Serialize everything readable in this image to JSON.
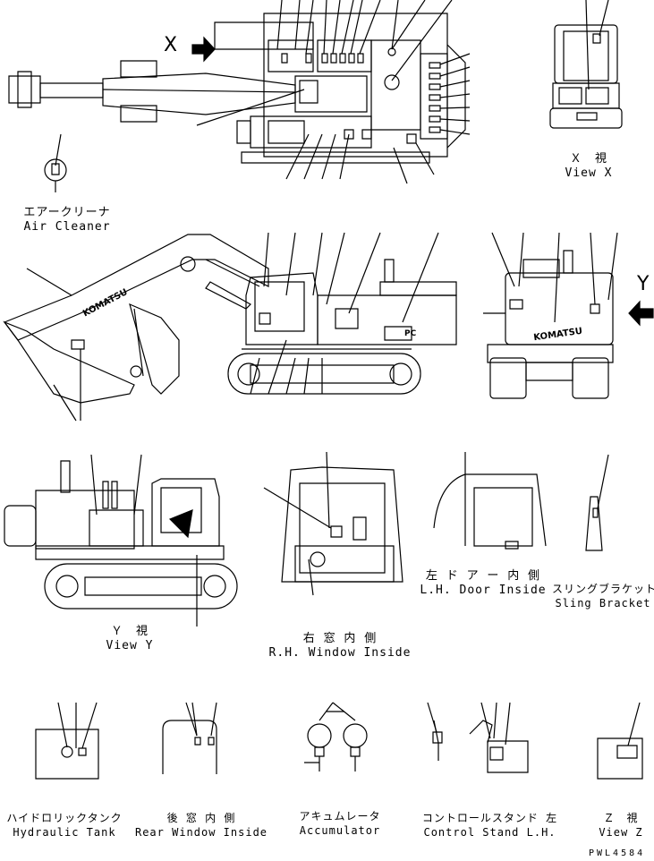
{
  "drawing": {
    "document_number": "PWL4584",
    "brand_marks": [
      "KOMATSU",
      "KOMATSU"
    ],
    "model_marks": [
      "PC"
    ],
    "callouts": {
      "view_x_arrow": "X",
      "view_y_arrow": "Y"
    }
  },
  "labels": {
    "air_cleaner": {
      "ja": "エアークリーナ",
      "en": "Air Cleaner"
    },
    "view_x": {
      "ja": "Ｘ　視",
      "en": "View X"
    },
    "view_y": {
      "ja": "Ｙ　視",
      "en": "View Y"
    },
    "rh_window_inside": {
      "ja": "右 窓 内 側",
      "en": "R.H. Window Inside"
    },
    "lh_door_inside": {
      "ja": "左 ド ア ー 内 側",
      "en": "L.H. Door Inside"
    },
    "sling_bracket": {
      "ja": "スリングブラケット",
      "en": "Sling Bracket"
    },
    "hydraulic_tank": {
      "ja": "ハイドロリックタンク",
      "en": "Hydraulic Tank"
    },
    "rear_window_inside": {
      "ja": "後 窓 内 側",
      "en": "Rear Window Inside"
    },
    "accumulator": {
      "ja": "アキュムレータ",
      "en": "Accumulator"
    },
    "control_stand_lh": {
      "ja": "コントロールスタンド 左",
      "en": "Control Stand L.H."
    },
    "view_z": {
      "ja": "Ｚ　視",
      "en": "View Z"
    }
  }
}
